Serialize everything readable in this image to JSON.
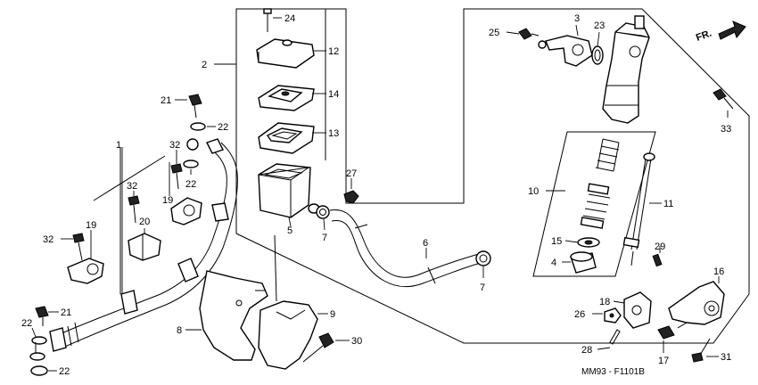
{
  "direction_label": "FR.",
  "figure_code": "MM93 - F1101B",
  "callouts": {
    "c1": "1",
    "c2": "2",
    "c3": "3",
    "c4": "4",
    "c5": "5",
    "c6": "6",
    "c7a": "7",
    "c7b": "7",
    "c8": "8",
    "c9": "9",
    "c10": "10",
    "c11": "11",
    "c12": "12",
    "c13": "13",
    "c14": "14",
    "c15": "15",
    "c16": "16",
    "c17": "17",
    "c18": "18",
    "c19a": "19",
    "c19b": "19",
    "c20": "20",
    "c21a": "21",
    "c21b": "21",
    "c22a": "22",
    "c22b": "22",
    "c22c": "22",
    "c22d": "22",
    "c23": "23",
    "c24": "24",
    "c25": "25",
    "c26": "26",
    "c27": "27",
    "c28": "28",
    "c29": "29",
    "c30": "30",
    "c31": "31",
    "c32a": "32",
    "c32b": "32",
    "c32c": "32",
    "c33": "33"
  }
}
